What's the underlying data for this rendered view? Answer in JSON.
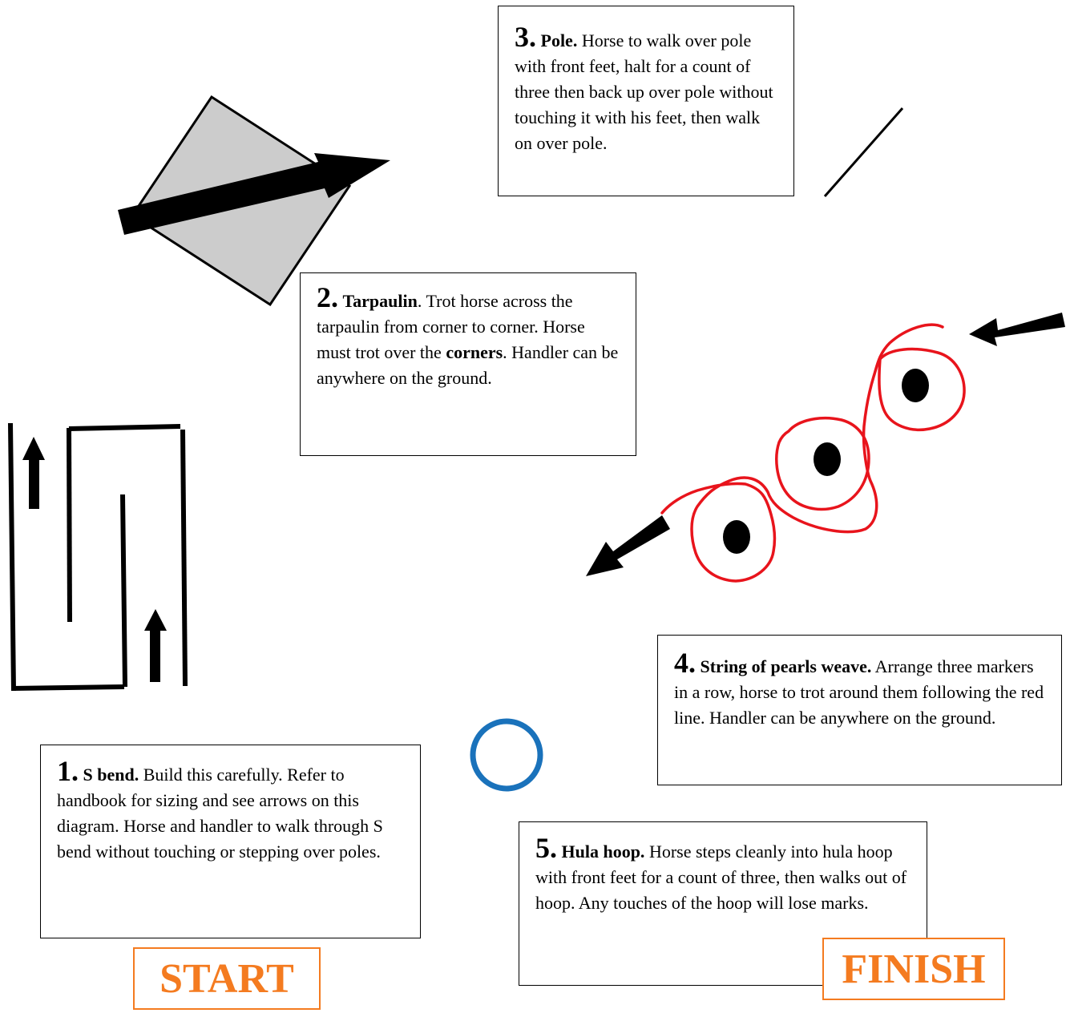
{
  "station1": {
    "number": "1.",
    "title": "S bend.",
    "text": " Build this carefully. Refer to handbook for sizing and see arrows on this diagram. Horse and handler to walk through S bend without    touching or stepping over poles."
  },
  "station2": {
    "number": "2.",
    "title": "Tarpaulin",
    "text_a": ". Trot horse across the tarpaulin from corner to corner. Horse must trot over the ",
    "emphasis": "corners",
    "text_b": ". Handler can be anywhere on the ground."
  },
  "station3": {
    "number": "3.",
    "title": "Pole.",
    "text": " Horse to walk over pole with front feet, halt for a count of three then back up over pole without  touching it with his feet, then walk on over pole."
  },
  "station4": {
    "number": "4.",
    "title": "String of pearls weave.",
    "text": " Arrange three markers in a row, horse to trot around them following the red line. Handler can be anywhere on the ground."
  },
  "station5": {
    "number": "5.",
    "title": "Hula hoop.",
    "text": " Horse steps cleanly into hula hoop with front feet for a count of three, then walks out of hoop. Any touches of the hoop will lose marks."
  },
  "start_label": "START",
  "finish_label": "FINISH",
  "colors": {
    "tarpaulin": "#cccccc",
    "weave_line": "#e8141c",
    "hoop": "#1a72bb",
    "start_finish": "#f47b20"
  }
}
